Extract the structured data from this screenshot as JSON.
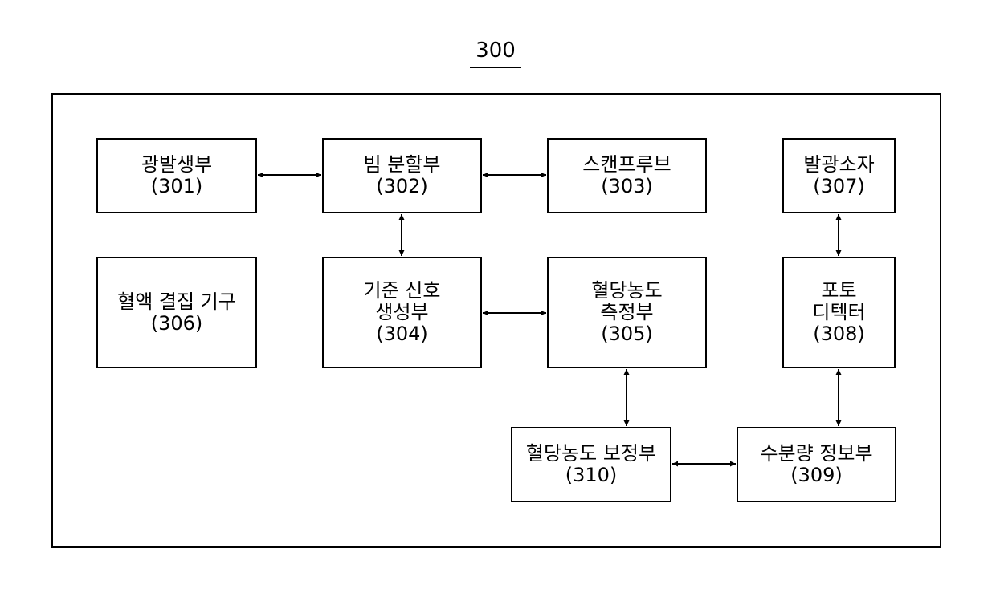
{
  "figure": {
    "ref": "300"
  },
  "blocks": {
    "b301": {
      "line1": "광발생부",
      "ref": "(301)"
    },
    "b302": {
      "line1": "빔 분할부",
      "ref": "(302)"
    },
    "b303": {
      "line1": "스캔프루브",
      "ref": "(303)"
    },
    "b307": {
      "line1": "발광소자",
      "ref": "(307)"
    },
    "b306": {
      "line1": "혈액 결집 기구",
      "ref": "(306)"
    },
    "b304": {
      "line1": "기준 신호",
      "line2": "생성부",
      "ref": "(304)"
    },
    "b305": {
      "line1": "혈당농도",
      "line2": "측정부",
      "ref": "(305)"
    },
    "b308": {
      "line1": "포토",
      "line2": "디텍터",
      "ref": "(308)"
    },
    "b310": {
      "line1": "혈당농도 보정부",
      "ref": "(310)"
    },
    "b309": {
      "line1": "수분량 정보부",
      "ref": "(309)"
    }
  }
}
